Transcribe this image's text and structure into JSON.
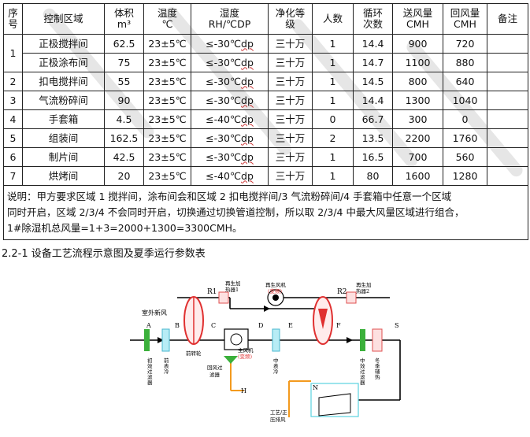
{
  "table": {
    "headers": {
      "seq": [
        "序",
        "号"
      ],
      "zone": "控制区域",
      "volume": [
        "体积",
        "m³"
      ],
      "temp": [
        "温度",
        "℃"
      ],
      "humidity": [
        "湿度",
        "RH/℃DP"
      ],
      "clean": [
        "净化等",
        "级"
      ],
      "people": "人数",
      "cycles": [
        "循环",
        "次数"
      ],
      "supply": [
        "送风量",
        "CMH"
      ],
      "return": [
        "回风量",
        "CMH"
      ],
      "remark": "备注"
    },
    "rows": [
      {
        "seq": "1",
        "zone": "正极搅拌间",
        "volume": "62.5",
        "temp": "23±5℃",
        "hum": "≤-30℃",
        "dp": "dp",
        "clean": "三十万",
        "people": "1",
        "cycles": "14.4",
        "supply": "900",
        "ret": "720"
      },
      {
        "seq": "",
        "zone": "正极涂布间",
        "volume": "75",
        "temp": "23±5℃",
        "hum": "≤-30℃",
        "dp": "dp",
        "clean": "三十万",
        "people": "1",
        "cycles": "14.7",
        "supply": "1100",
        "ret": "880"
      },
      {
        "seq": "2",
        "zone": "扣电搅拌间",
        "volume": "55",
        "temp": "23±5℃",
        "hum": "≤-30℃",
        "dp": "dp",
        "clean": "三十万",
        "people": "1",
        "cycles": "14.5",
        "supply": "800",
        "ret": "640"
      },
      {
        "seq": "3",
        "zone": "气流粉碎间",
        "volume": "90",
        "temp": "23±5℃",
        "hum": "≤-30℃",
        "dp": "dp",
        "clean": "三十万",
        "people": "1",
        "cycles": "14.4",
        "supply": "1300",
        "ret": "1040"
      },
      {
        "seq": "4",
        "zone": "手套箱",
        "volume": "4.5",
        "temp": "23±5℃",
        "hum": "≤-40℃",
        "dp": "dp",
        "clean": "三十万",
        "people": "0",
        "cycles": "66.7",
        "supply": "300",
        "ret": "0"
      },
      {
        "seq": "5",
        "zone": "组装间",
        "volume": "162.5",
        "temp": "23±5℃",
        "hum": "≤-30℃",
        "dp": "dp",
        "clean": "三十万",
        "people": "2",
        "cycles": "13.5",
        "supply": "2200",
        "ret": "1760"
      },
      {
        "seq": "6",
        "zone": "制片间",
        "volume": "42.5",
        "temp": "23±5℃",
        "hum": "≤-30℃",
        "dp": "dp",
        "clean": "三十万",
        "people": "1",
        "cycles": "16.5",
        "supply": "700",
        "ret": "560"
      },
      {
        "seq": "7",
        "zone": "烘烤间",
        "volume": "20",
        "temp": "23±5℃",
        "hum": "≤-40℃",
        "dp": "dp",
        "clean": "三十万",
        "people": "1",
        "cycles": "80",
        "supply": "1600",
        "ret": "1280"
      }
    ],
    "note_lines": [
      "说明：甲方要求区域 1 搅拌间，涂布间会和区域 2 扣电搅拌间/3 气流粉碎间/4 手套箱中任意一个区域",
      "同时开启，区域 2/3/4 不会同时开启，切换通过切换管道控制，所以取 2/3/4 中最大风量区域进行组合，",
      "1#除湿机总风量=1+3=2000+1300=3300CMH。"
    ]
  },
  "section_title": "2.2-1 设备工艺流程示意图及夏季运行参数表",
  "diagram": {
    "labels": {
      "outdoor": "室外新风",
      "A": "A",
      "B": "B",
      "C": "C",
      "D": "D",
      "E": "E",
      "F": "F",
      "S": "S",
      "N": "N",
      "H": "H",
      "R1": "R1",
      "R2": "R2",
      "prefilter": [
        "初",
        "效",
        "过",
        "滤",
        "器"
      ],
      "precool": [
        "前",
        "表",
        "冷"
      ],
      "wheel": "前转轮",
      "main_fan": "主风机",
      "main_fan_var": "(变频)",
      "return_filter": [
        "回风过",
        "滤器"
      ],
      "midcool": [
        "中",
        "表",
        "冷"
      ],
      "midfilter": [
        "中",
        "效",
        "过",
        "滤",
        "器"
      ],
      "winter_heat": [
        "冬",
        "季",
        "辅",
        "热"
      ],
      "regen_heater1": [
        "再生加",
        "热器1"
      ],
      "regen_fan": "再生风机",
      "regen_fan_var": "(变频)",
      "regen_heater2": [
        "再生加",
        "热器2"
      ],
      "exhaust": [
        "工艺/正",
        "压排风"
      ]
    },
    "colors": {
      "pipe": "#000000",
      "return_pipe": "#f39a1e",
      "wheel": "#e03030",
      "filter": "#3bb03b",
      "coil": "#49b7cf",
      "heater": "#e05050"
    }
  }
}
